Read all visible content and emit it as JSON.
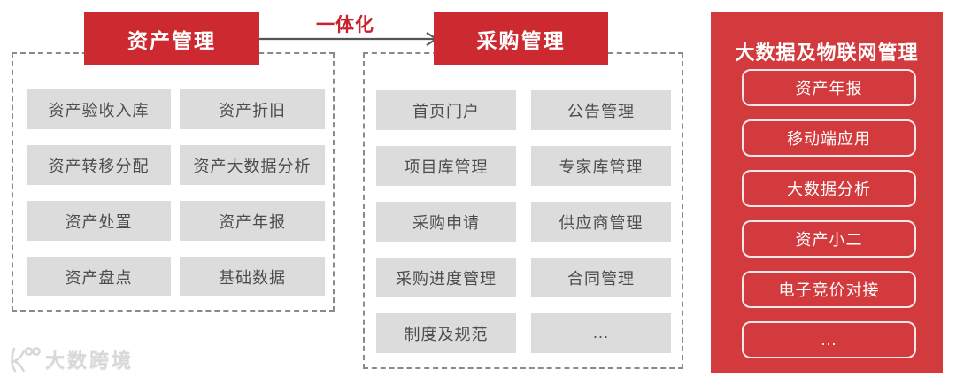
{
  "diagram": {
    "arrow_label": "一体化",
    "groups": [
      {
        "id": "asset-management",
        "title": "资产管理",
        "items": [
          "资产验收入库",
          "资产折旧",
          "资产转移分配",
          "资产大数据分析",
          "资产处置",
          "资产年报",
          "资产盘点",
          "基础数据"
        ]
      },
      {
        "id": "procurement-management",
        "title": "采购管理",
        "items": [
          "首页门户",
          "公告管理",
          "项目库管理",
          "专家库管理",
          "采购申请",
          "供应商管理",
          "采购进度管理",
          "合同管理",
          "制度及规范",
          "..."
        ]
      },
      {
        "id": "bigdata-iot-management",
        "title": "大数据及物联网管理",
        "items": [
          "资产年报",
          "移动端应用",
          "大数据分析",
          "资产小二",
          "电子竞价对接",
          "..."
        ]
      }
    ],
    "watermark": {
      "text": "大数跨境",
      "logo": "k100-logo"
    },
    "colors": {
      "header_red": "#cd2930",
      "panel_red": "#d23a3d",
      "arrow_label_red": "#c8232b",
      "item_gray": "#dcdcdc",
      "item_text": "#4d4d4d",
      "dashed_border": "#8a8a8a",
      "arrow": "#555555",
      "watermark": "#d8d8d8"
    }
  }
}
